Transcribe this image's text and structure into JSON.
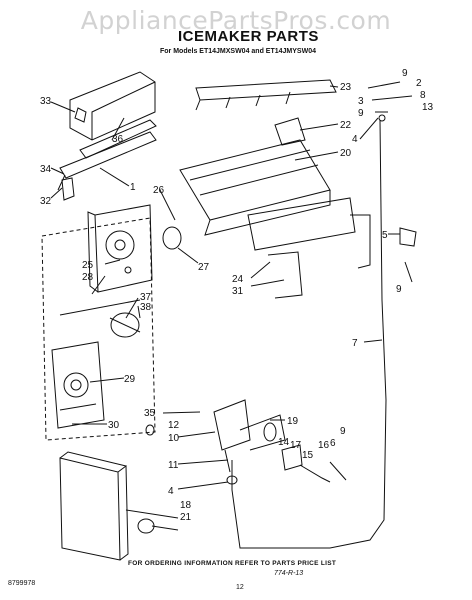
{
  "watermark": "AppliancePartsPros.com",
  "title": "ICEMAKER PARTS",
  "subtitle": "For Models ET14JMXSW04 and ET14JMYSW04",
  "footer": {
    "ordering_note": "FOR ORDERING INFORMATION REFER TO PARTS PRICE LIST",
    "doc_id": "8799978",
    "page_number": "12",
    "handwritten": "774-R-13"
  },
  "callouts": [
    "1",
    "2",
    "3",
    "4",
    "5",
    "6",
    "7",
    "8",
    "9",
    "10",
    "11",
    "12",
    "13",
    "14",
    "15",
    "16",
    "17",
    "18",
    "19",
    "20",
    "21",
    "22",
    "23",
    "24",
    "25",
    "26",
    "27",
    "28",
    "29",
    "30",
    "31",
    "32",
    "33",
    "34",
    "35",
    "36",
    "37",
    "38"
  ]
}
